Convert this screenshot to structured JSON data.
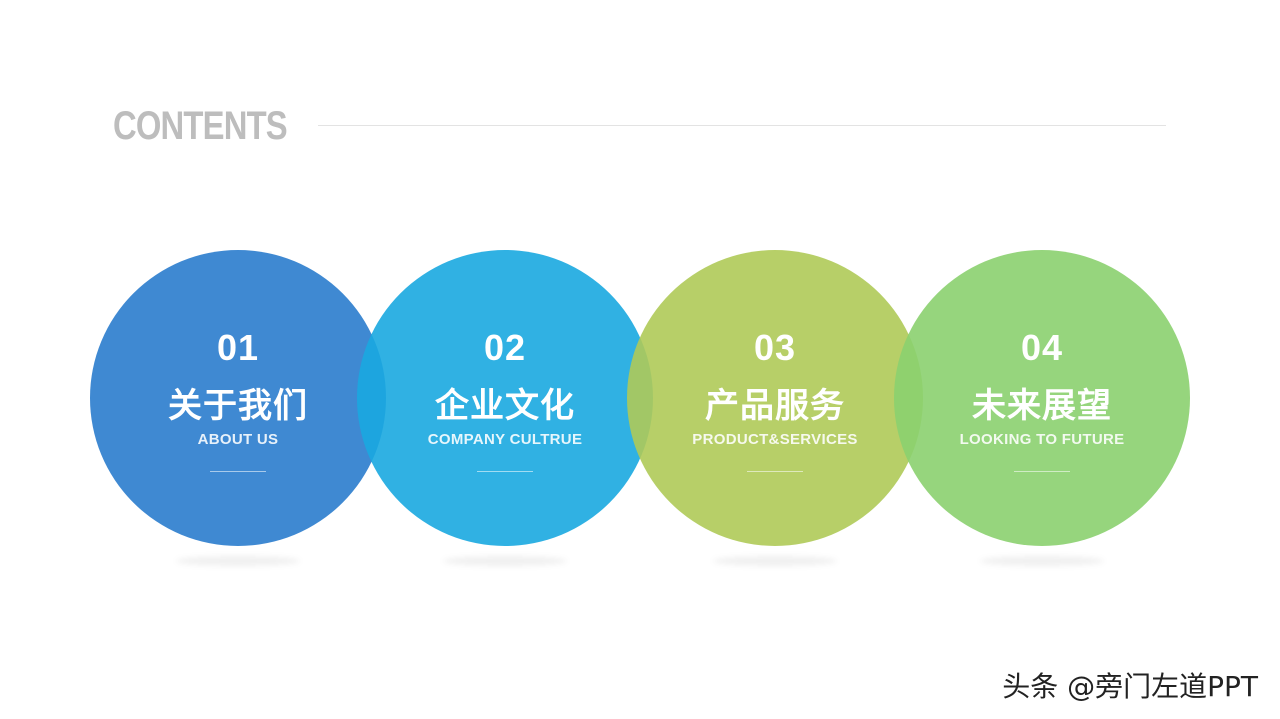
{
  "header": {
    "title": "CONTENTS"
  },
  "items": [
    {
      "number": "01",
      "title_cn": "关于我们",
      "title_en": "ABOUT US",
      "color": "#2a7ccd"
    },
    {
      "number": "02",
      "title_cn": "企业文化",
      "title_en": "COMPANY CULTRUE",
      "color": "#1aa9e0"
    },
    {
      "number": "03",
      "title_cn": "产品服务",
      "title_en": "PRODUCT&SERVICES",
      "color": "#afca58"
    },
    {
      "number": "04",
      "title_cn": "未来展望",
      "title_en": "LOOKING TO FUTURE",
      "color": "#8bd06f"
    }
  ],
  "watermark": {
    "text": "头条 @旁门左道PPT"
  }
}
